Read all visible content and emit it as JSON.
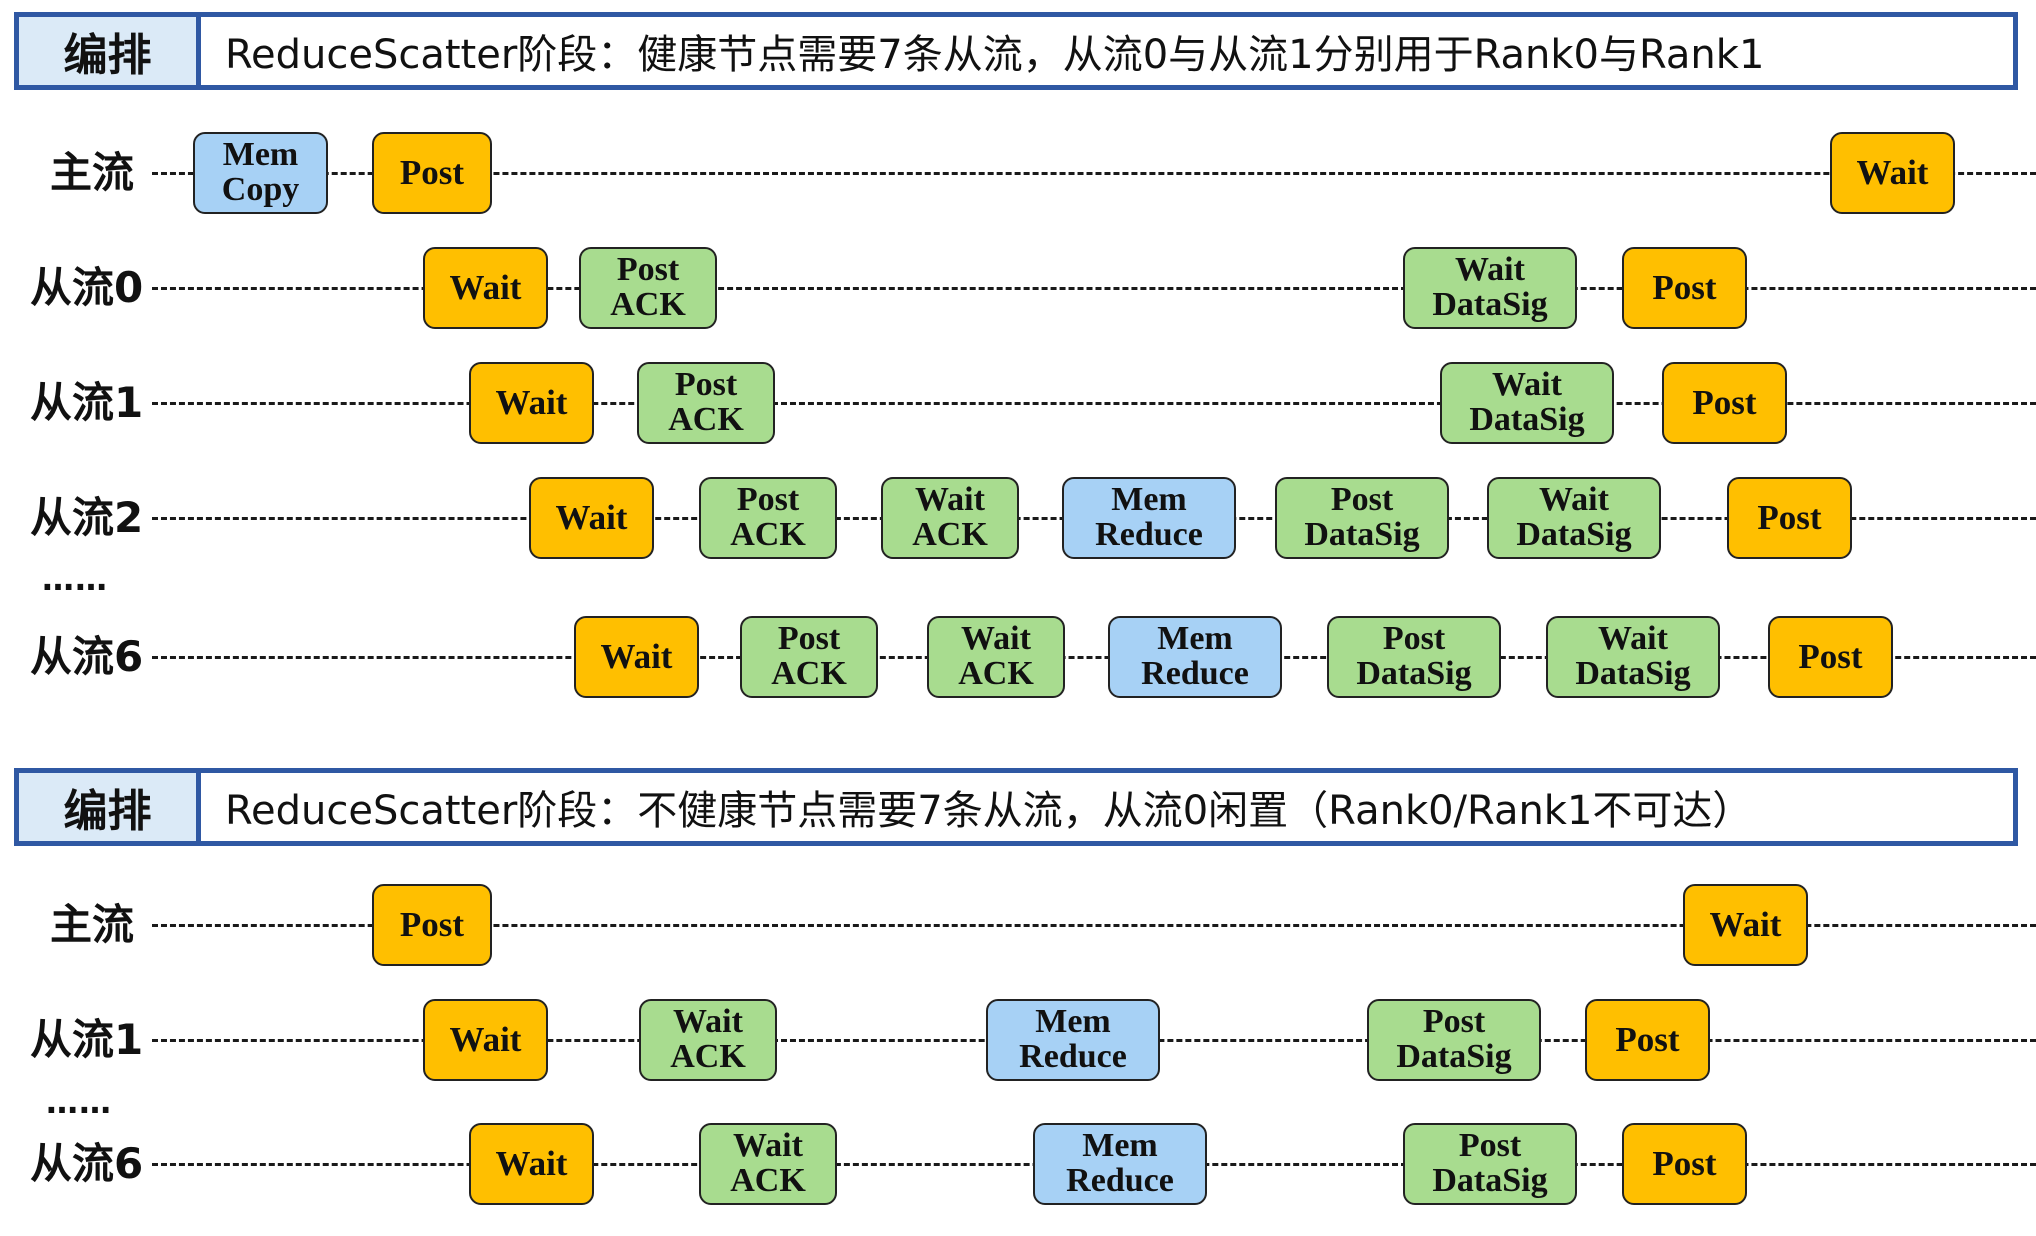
{
  "sections": [
    {
      "tag": "编排",
      "title": "ReduceScatter阶段：健康节点需要7条从流，从流0与从流1分别用于Rank0与Rank1",
      "ellipsis": "……",
      "lanes": [
        {
          "label": "主流",
          "boxes": [
            {
              "lines": [
                "Mem",
                "Copy"
              ],
              "kind": "blue"
            },
            {
              "lines": [
                "Post"
              ],
              "kind": "orange"
            },
            {
              "lines": [
                "Wait"
              ],
              "kind": "orange"
            }
          ]
        },
        {
          "label": "从流0",
          "boxes": [
            {
              "lines": [
                "Wait"
              ],
              "kind": "orange"
            },
            {
              "lines": [
                "Post",
                "ACK"
              ],
              "kind": "green"
            },
            {
              "lines": [
                "Wait",
                "DataSig"
              ],
              "kind": "green"
            },
            {
              "lines": [
                "Post"
              ],
              "kind": "orange"
            }
          ]
        },
        {
          "label": "从流1",
          "boxes": [
            {
              "lines": [
                "Wait"
              ],
              "kind": "orange"
            },
            {
              "lines": [
                "Post",
                "ACK"
              ],
              "kind": "green"
            },
            {
              "lines": [
                "Wait",
                "DataSig"
              ],
              "kind": "green"
            },
            {
              "lines": [
                "Post"
              ],
              "kind": "orange"
            }
          ]
        },
        {
          "label": "从流2",
          "boxes": [
            {
              "lines": [
                "Wait"
              ],
              "kind": "orange"
            },
            {
              "lines": [
                "Post",
                "ACK"
              ],
              "kind": "green"
            },
            {
              "lines": [
                "Wait",
                "ACK"
              ],
              "kind": "green"
            },
            {
              "lines": [
                "Mem",
                "Reduce"
              ],
              "kind": "blue"
            },
            {
              "lines": [
                "Post",
                "DataSig"
              ],
              "kind": "green"
            },
            {
              "lines": [
                "Wait",
                "DataSig"
              ],
              "kind": "green"
            },
            {
              "lines": [
                "Post"
              ],
              "kind": "orange"
            }
          ]
        },
        {
          "label": "从流6",
          "boxes": [
            {
              "lines": [
                "Wait"
              ],
              "kind": "orange"
            },
            {
              "lines": [
                "Post",
                "ACK"
              ],
              "kind": "green"
            },
            {
              "lines": [
                "Wait",
                "ACK"
              ],
              "kind": "green"
            },
            {
              "lines": [
                "Mem",
                "Reduce"
              ],
              "kind": "blue"
            },
            {
              "lines": [
                "Post",
                "DataSig"
              ],
              "kind": "green"
            },
            {
              "lines": [
                "Wait",
                "DataSig"
              ],
              "kind": "green"
            },
            {
              "lines": [
                "Post"
              ],
              "kind": "orange"
            }
          ]
        }
      ]
    },
    {
      "tag": "编排",
      "title": "ReduceScatter阶段：不健康节点需要7条从流，从流0闲置（Rank0/Rank1不可达）",
      "ellipsis": "……",
      "lanes": [
        {
          "label": "主流",
          "boxes": [
            {
              "lines": [
                "Post"
              ],
              "kind": "orange"
            },
            {
              "lines": [
                "Wait"
              ],
              "kind": "orange"
            }
          ]
        },
        {
          "label": "从流1",
          "boxes": [
            {
              "lines": [
                "Wait"
              ],
              "kind": "orange"
            },
            {
              "lines": [
                "Wait",
                "ACK"
              ],
              "kind": "green"
            },
            {
              "lines": [
                "Mem",
                "Reduce"
              ],
              "kind": "blue"
            },
            {
              "lines": [
                "Post",
                "DataSig"
              ],
              "kind": "green"
            },
            {
              "lines": [
                "Post"
              ],
              "kind": "orange"
            }
          ]
        },
        {
          "label": "从流6",
          "boxes": [
            {
              "lines": [
                "Wait"
              ],
              "kind": "orange"
            },
            {
              "lines": [
                "Wait",
                "ACK"
              ],
              "kind": "green"
            },
            {
              "lines": [
                "Mem",
                "Reduce"
              ],
              "kind": "blue"
            },
            {
              "lines": [
                "Post",
                "DataSig"
              ],
              "kind": "green"
            },
            {
              "lines": [
                "Post"
              ],
              "kind": "orange"
            }
          ]
        }
      ]
    }
  ],
  "colors": {
    "frame": "#2f58a3",
    "tag_bg": "#dbeaf7",
    "orange": "#ffbf00",
    "green": "#a8dc8f",
    "blue": "#a7d1f5"
  }
}
